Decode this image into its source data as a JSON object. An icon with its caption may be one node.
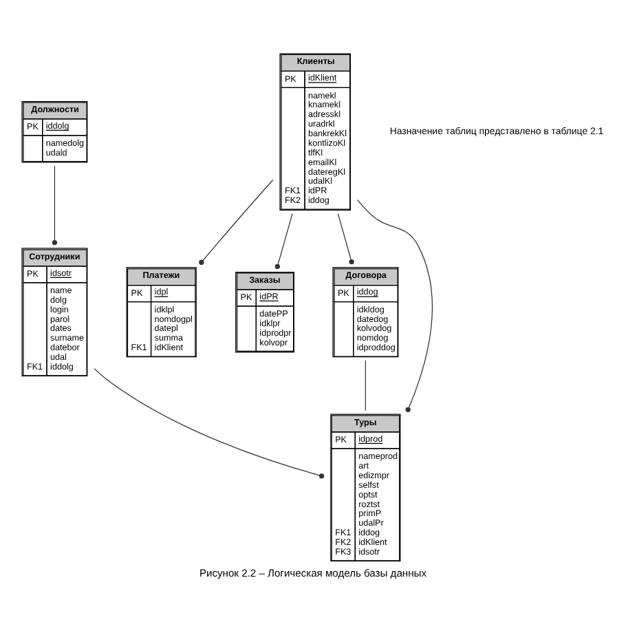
{
  "diagram": {
    "caption": "Рисунок 2.2 – Логическая модель базы данных",
    "nodes": [
      {
        "text": [
          "Должности",
          "PK",
          "iddolg",
          "namedolg udald"
        ]
      },
      {
        "text": [
          "Платежи",
          "PK",
          "idpl",
          "FK1",
          "idklpl nomdogpl datepl summa idKlient"
        ]
      },
      {
        "text": [
          "Клиенты",
          "PK",
          "idKlient",
          "FK1 FK2",
          "namekl knamekl adresskl uradrkl bankrekKl kontlizoKl tlfKl emailKl dateregKl udalKl idPR iddog"
        ]
      },
      {
        "text": [
          "Заказы",
          "PK",
          "idPR",
          "datePP idklpr idprodpr kolvopr"
        ]
      },
      {
        "text": [
          "Сотрудники",
          "PK",
          "idsotr",
          "FK1",
          "name dolg login parol dates surname datebor udal iddolg"
        ]
      },
      {
        "text": [
          "Договора",
          "PK",
          "iddog",
          "idkldog datedog kolvodog nomdog idproddog"
        ]
      },
      {
        "text": [
          "Туры",
          "PK",
          "idprod",
          "FK1 FK2 FK3",
          "nameprod art edizmpr selfst optst roztst primP udalPr iddog idKlient idsotr"
        ]
      }
    ],
    "edges": [
      {
        "from": 0,
        "to": 4,
        "arrow": "other"
      },
      {
        "from": 2,
        "to": 1,
        "arrow": "other"
      },
      {
        "from": 2,
        "to": 3,
        "arrow": "other"
      },
      {
        "from": 2,
        "to": 5,
        "arrow": "other"
      },
      {
        "from": 2,
        "to": 6,
        "arrow": "other"
      },
      {
        "from": 5,
        "to": 6,
        "arrow": "none"
      },
      {
        "from": 4,
        "to": 6,
        "arrow": "other"
      }
    ],
    "labels": [
      "Назначение таблиц представлено в таблице 2.1"
    ]
  }
}
